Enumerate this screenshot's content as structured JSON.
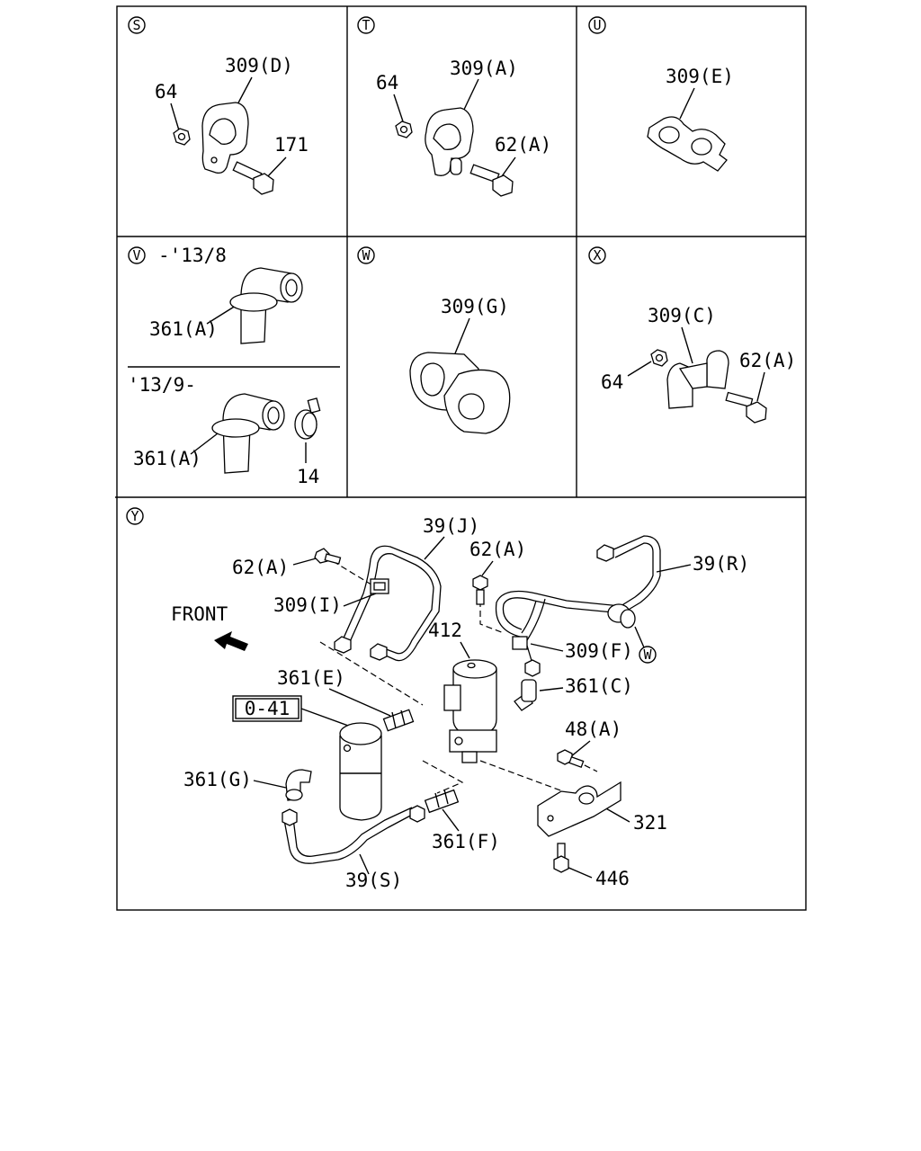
{
  "panels": {
    "S": {
      "marker": "S",
      "labels": {
        "clip": "309(D)",
        "nut": "64",
        "bolt": "171"
      }
    },
    "T": {
      "marker": "T",
      "labels": {
        "clip": "309(A)",
        "nut": "64",
        "bolt": "62(A)"
      }
    },
    "U": {
      "marker": "U",
      "labels": {
        "clip": "309(E)"
      }
    },
    "V": {
      "marker": "V",
      "upper_note": "-'13/8",
      "lower_note": "'13/9-",
      "labels": {
        "upper_fitting": "361(A)",
        "lower_fitting": "361(A)",
        "clamp": "14"
      }
    },
    "W": {
      "marker": "W",
      "labels": {
        "clip": "309(G)"
      }
    },
    "X": {
      "marker": "X",
      "labels": {
        "clip": "309(C)",
        "nut": "64",
        "bolt": "62(A)"
      }
    },
    "Y": {
      "marker": "Y",
      "front_label": "FRONT",
      "ref_box": "0-41",
      "detail_ref": "W",
      "labels": {
        "pipe_j": "39(J)",
        "bolt_left": "62(A)",
        "bolt_mid": "62(A)",
        "pipe_r": "39(R)",
        "clip_i": "309(I)",
        "valve": "412",
        "clip_f": "309(F)",
        "fitting_e": "361(E)",
        "fitting_c": "361(C)",
        "bolt_48": "48(A)",
        "fitting_g": "361(G)",
        "bracket": "321",
        "fitting_f": "361(F)",
        "bolt_446": "446",
        "pipe_s": "39(S)"
      }
    }
  }
}
